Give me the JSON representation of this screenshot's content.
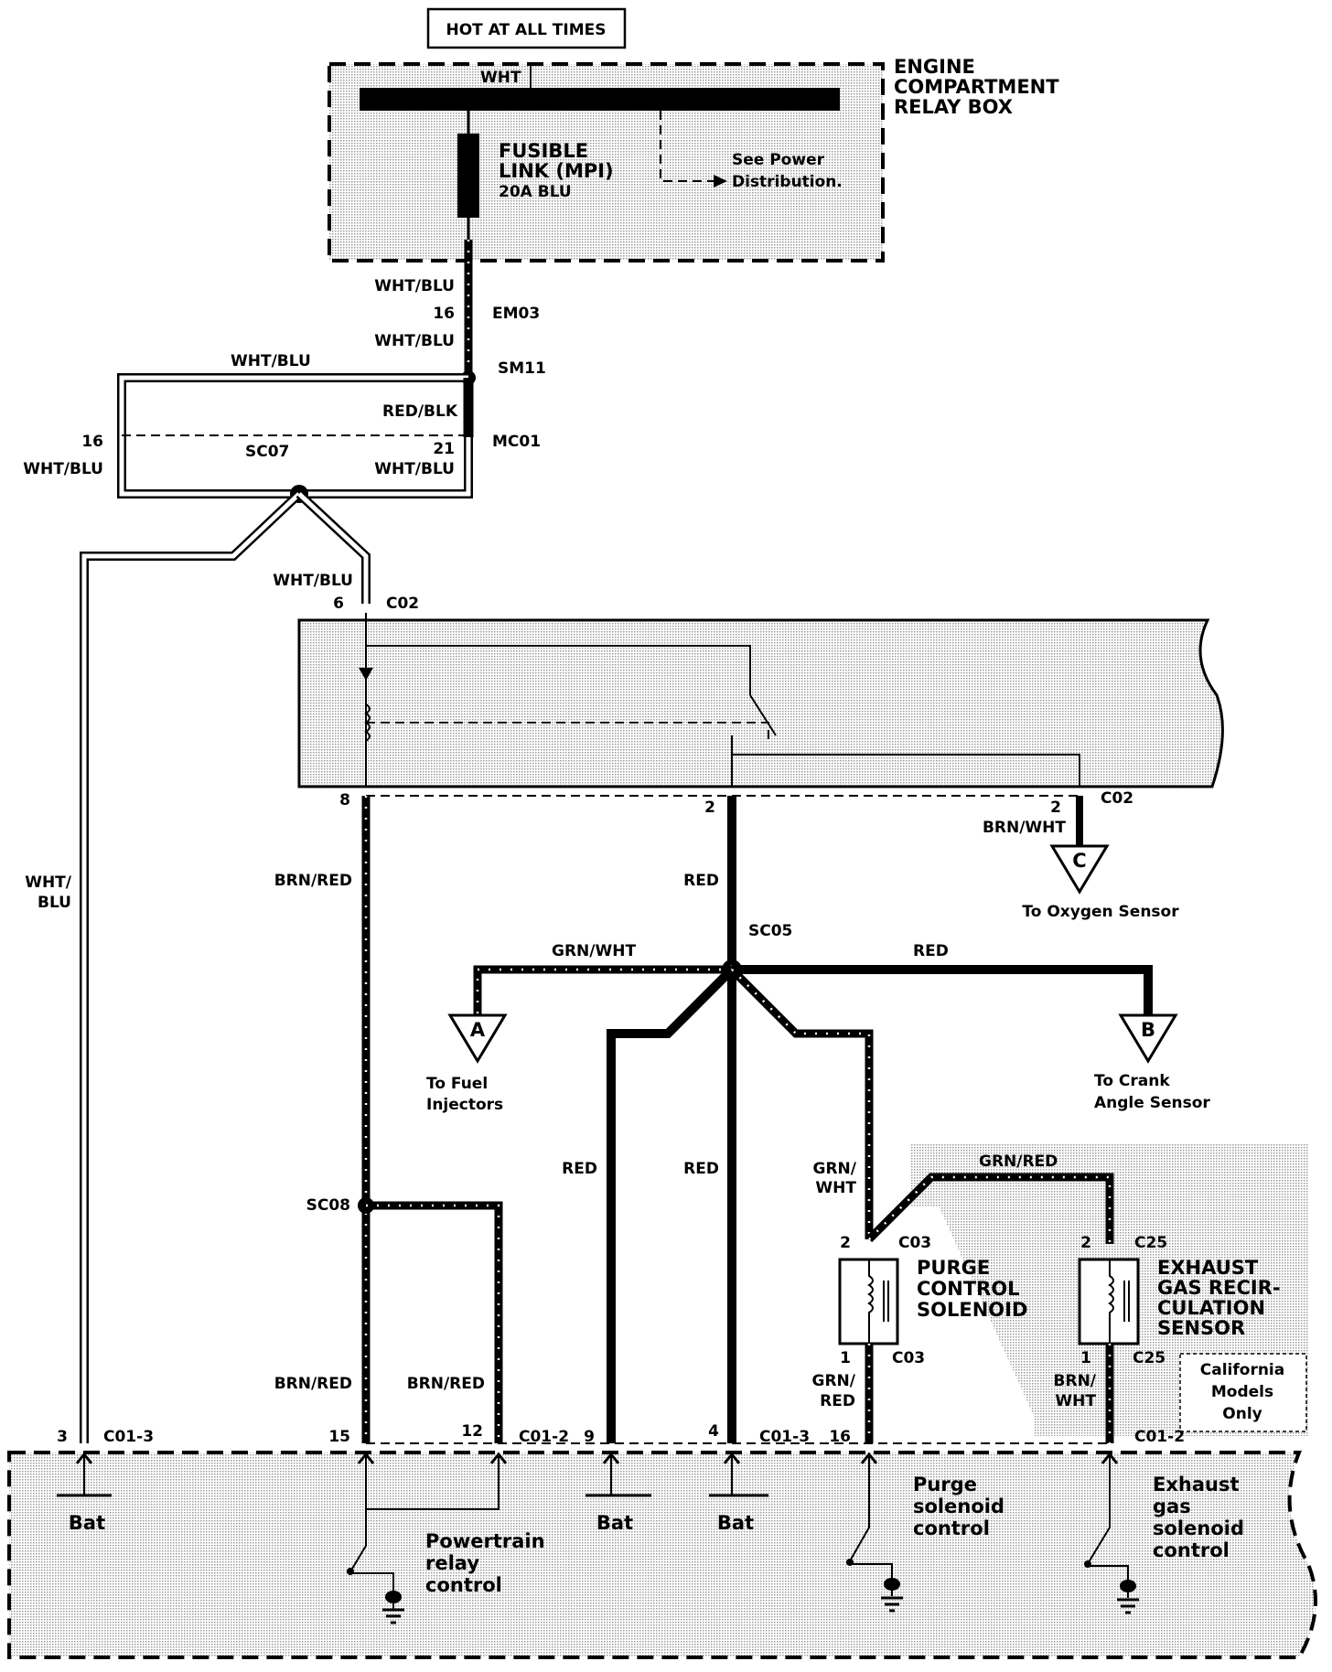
{
  "header": {
    "hot_label": "HOT AT ALL TIMES"
  },
  "relay_box": {
    "title_lines": [
      "ENGINE",
      "COMPARTMENT",
      "RELAY BOX"
    ],
    "bus_wire": "WHT",
    "fuse_lines": [
      "FUSIBLE",
      "LINK (MPI)",
      "20A BLU"
    ],
    "note_lines": [
      "See Power",
      "Distribution."
    ]
  },
  "wires": {
    "em03_upper": "WHT/BLU",
    "em03_pin": "16",
    "em03_name": "EM03",
    "em03_lower": "WHT/BLU",
    "sm11": "SM11",
    "top_left": "WHT/BLU",
    "red_blk": "RED/BLK",
    "sc07_pin_left": "16",
    "sc07": "SC07",
    "mc01_pin": "21",
    "mc01": "MC01",
    "left_wht_blu": "WHT/BLU",
    "right_wht_blu": "WHT/BLU",
    "c02_wht_blu": "WHT/BLU",
    "c02_pin6": "6",
    "c02_top": "C02",
    "long_left_1": "WHT/",
    "long_left_2": "BLU",
    "pin8": "8",
    "pin2": "2",
    "pin2_right": "2",
    "c02_right": "C02",
    "brn_wht": "BRN/WHT",
    "brn_red_upper": "BRN/RED",
    "red_mid": "RED",
    "sc05": "SC05",
    "grn_wht_h": "GRN/WHT",
    "red_h": "RED",
    "red_left": "RED",
    "red_center": "RED",
    "grn_wht_v1": "GRN/",
    "grn_wht_v2": "WHT",
    "grn_red_top": "GRN/RED",
    "sc08": "SC08",
    "brn_red_low1": "BRN/RED",
    "brn_red_low2": "BRN/RED",
    "grn_red_v1": "GRN/",
    "grn_red_v2": "RED",
    "brn_wht_v1": "BRN/",
    "brn_wht_v2": "WHT"
  },
  "connectors": {
    "pin3": "3",
    "c013_left": "C01-3",
    "pin15": "15",
    "pin12": "12",
    "c012_mid": "C01-2",
    "pin9": "9",
    "pin4": "4",
    "c013_mid": "C01-3",
    "pin16": "16",
    "c012_right": "C01-2",
    "c03_top_pin": "2",
    "c03_top": "C03",
    "c03_bot_pin": "1",
    "c03_bot": "C03",
    "c25_top_pin": "2",
    "c25_top": "C25",
    "c25_bot_pin": "1",
    "c25_bot": "C25"
  },
  "refs": {
    "c": {
      "letter": "C",
      "label": "To Oxygen Sensor"
    },
    "a": {
      "letter": "A",
      "label_lines": [
        "To Fuel",
        "Injectors"
      ]
    },
    "b": {
      "letter": "B",
      "label_lines": [
        "To Crank",
        "Angle Sensor"
      ]
    }
  },
  "components": {
    "purge": [
      "PURGE",
      "CONTROL",
      "SOLENOID"
    ],
    "egr": [
      "EXHAUST",
      "GAS RECIR-",
      "CULATION",
      "SENSOR"
    ],
    "california": [
      "California",
      "Models",
      "Only"
    ]
  },
  "ecu": {
    "bat1": "Bat",
    "bat2": "Bat",
    "bat3": "Bat",
    "powertrain": [
      "Powertrain",
      "relay",
      "control"
    ],
    "purge_ctrl": [
      "Purge",
      "solenoid",
      "control"
    ],
    "exhaust_ctrl": [
      "Exhaust",
      "gas",
      "solenoid",
      "control"
    ]
  },
  "colors": {
    "ink": "#000000",
    "paper": "#ffffff",
    "shade": "#c8c8c8"
  }
}
